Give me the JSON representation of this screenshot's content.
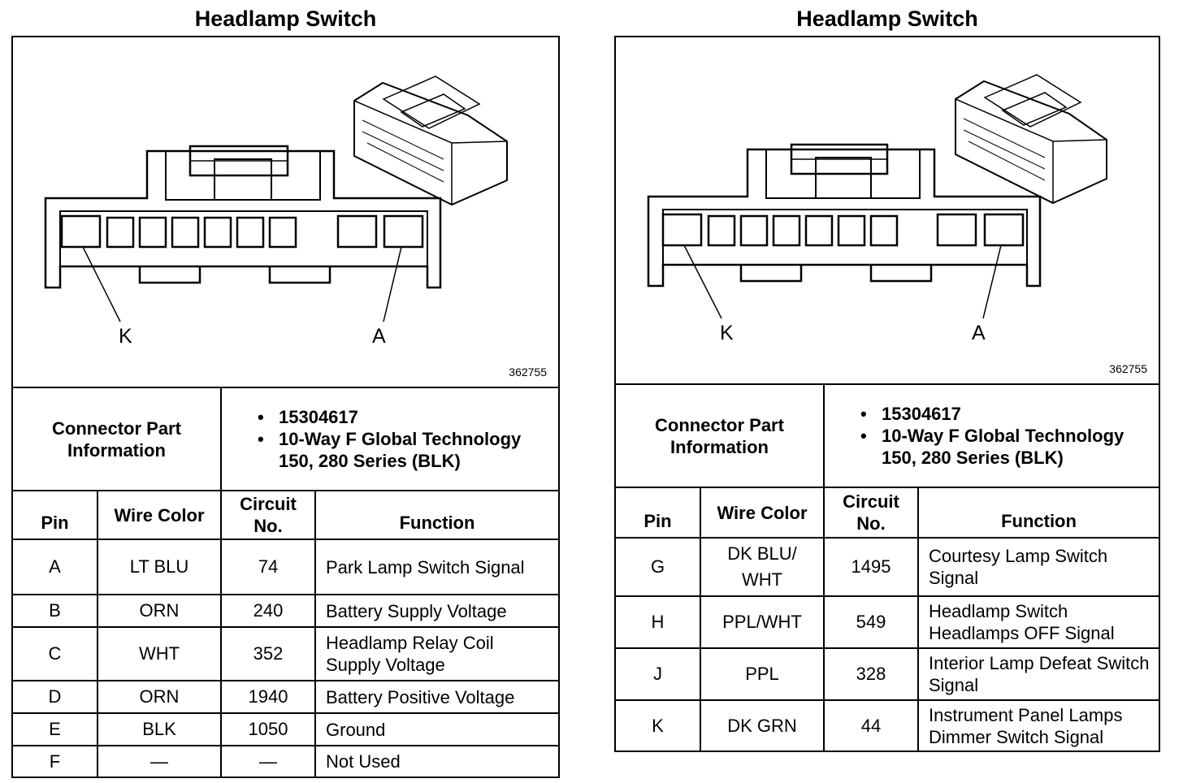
{
  "left": {
    "title": "Headlamp Switch",
    "figure": {
      "label_k": "K",
      "label_a": "A",
      "figure_id": "362755"
    },
    "connector_info": {
      "label": "Connector Part Information",
      "items": [
        "15304617",
        "10-Way F Global Technology 150, 280 Series (BLK)"
      ]
    },
    "headers": {
      "pin": "Pin",
      "wire_color": "Wire Color",
      "circuit_no": "Circuit No.",
      "function": "Function"
    },
    "rows": [
      {
        "pin": "A",
        "wire_color": "LT BLU",
        "circuit": "74",
        "function": "Park Lamp Switch Signal"
      },
      {
        "pin": "B",
        "wire_color": "ORN",
        "circuit": "240",
        "function": "Battery Supply Voltage"
      },
      {
        "pin": "C",
        "wire_color": "WHT",
        "circuit": "352",
        "function": "Headlamp Relay Coil Supply Voltage"
      },
      {
        "pin": "D",
        "wire_color": "ORN",
        "circuit": "1940",
        "function": "Battery Positive Voltage"
      },
      {
        "pin": "E",
        "wire_color": "BLK",
        "circuit": "1050",
        "function": "Ground"
      },
      {
        "pin": "F",
        "wire_color": "—",
        "circuit": "—",
        "function": "Not Used"
      }
    ]
  },
  "right": {
    "title": "Headlamp Switch",
    "figure": {
      "label_k": "K",
      "label_a": "A",
      "figure_id": "362755"
    },
    "connector_info": {
      "label": "Connector Part Information",
      "items": [
        "15304617",
        "10-Way F Global Technology 150, 280 Series (BLK)"
      ]
    },
    "headers": {
      "pin": "Pin",
      "wire_color": "Wire Color",
      "circuit_no": "Circuit No.",
      "function": "Function"
    },
    "rows": [
      {
        "pin": "G",
        "wire_color": "DK BLU/ WHT",
        "circuit": "1495",
        "function": "Courtesy Lamp Switch Signal"
      },
      {
        "pin": "H",
        "wire_color": "PPL/WHT",
        "circuit": "549",
        "function": "Headlamp Switch Headlamps OFF Signal"
      },
      {
        "pin": "J",
        "wire_color": "PPL",
        "circuit": "328",
        "function": "Interior Lamp Defeat Switch Signal"
      },
      {
        "pin": "K",
        "wire_color": "DK GRN",
        "circuit": "44",
        "function": "Instrument Panel Lamps Dimmer Switch Signal"
      }
    ]
  }
}
